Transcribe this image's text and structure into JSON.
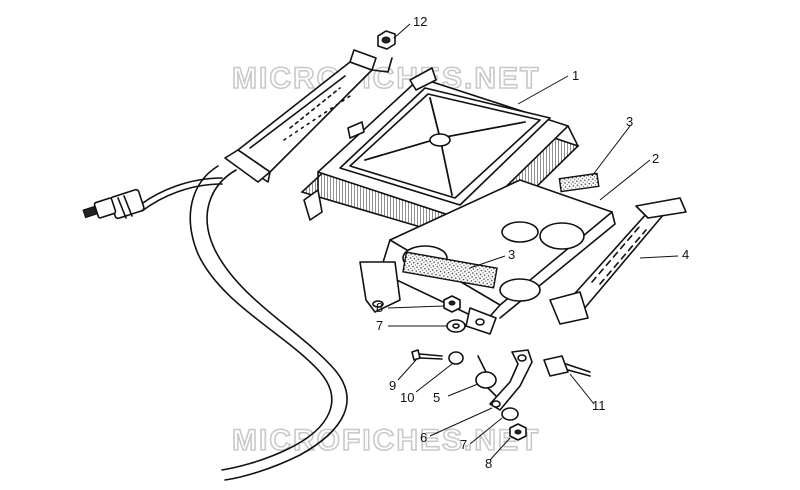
{
  "watermark": "MICROFICHES.NET",
  "callouts": {
    "c1": "1",
    "c2": "2",
    "c3a": "3",
    "c3b": "3",
    "c4": "4",
    "c5": "5",
    "c6": "6",
    "c7a": "7",
    "c7b": "7",
    "c8a": "8",
    "c8b": "8",
    "c9": "9",
    "c10": "10",
    "c11": "11",
    "c12": "12"
  },
  "icons": {
    "ecu": "ecu-unit-icon",
    "connector": "wiring-connector-icon",
    "plug": "plug-icon",
    "bracket": "mounting-plate-icon",
    "strap": "rubber-strap-icon"
  }
}
